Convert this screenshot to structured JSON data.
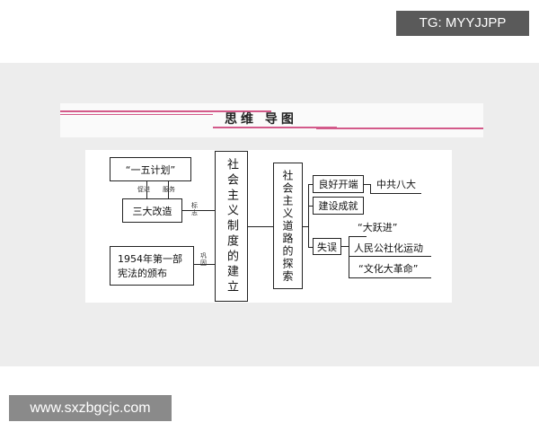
{
  "watermarks": {
    "top": "TG: MYYJJPP",
    "bottom": "www.sxzbgcjc.com"
  },
  "header": {
    "title": "思维 导图"
  },
  "diagram": {
    "plan": "“一五计划”",
    "promote": "促进",
    "serve": "服务",
    "transform": "三大改造",
    "sign": "标志",
    "constitution": "1954年第一部宪法的颁布",
    "consolidate": "巩固",
    "system": "社会主义制度的建立",
    "road": "社会主义道路的探索",
    "good_start": "良好开端",
    "eighth_congress": "中共八大",
    "achievements": "建设成就",
    "mistakes": "失误",
    "leap": "“大跃进”",
    "commune": "人民公社化运动",
    "cultural": "“文化大革命”"
  },
  "colors": {
    "accent": "#d35a8a"
  }
}
